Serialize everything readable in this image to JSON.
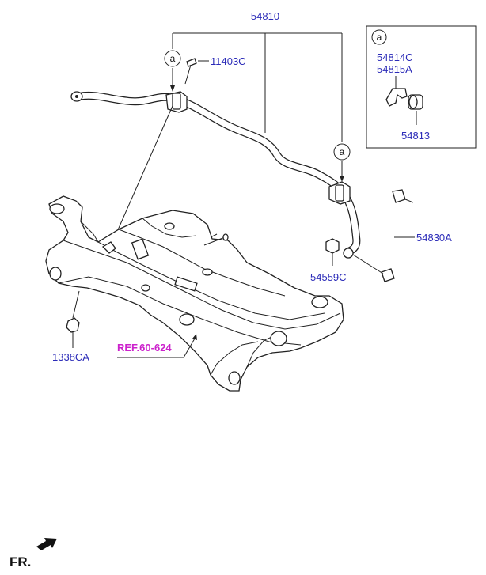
{
  "colors": {
    "part_label": "#2b2bb8",
    "ref_label": "#cc22cc",
    "line": "#222222"
  },
  "labels": {
    "stabilizer_bar": "54810",
    "bolt": "11403C",
    "bushing_bracket_1": "54814C",
    "bushing_bracket_2": "54815A",
    "bushing": "54813",
    "link_assembly": "54830A",
    "nut": "54559C",
    "subframe_nut": "1338CA",
    "reference": "REF.60-624",
    "front_indicator": "FR."
  },
  "markers": {
    "detail_marker": "a"
  },
  "icons": [
    "front-direction-arrow-icon"
  ]
}
